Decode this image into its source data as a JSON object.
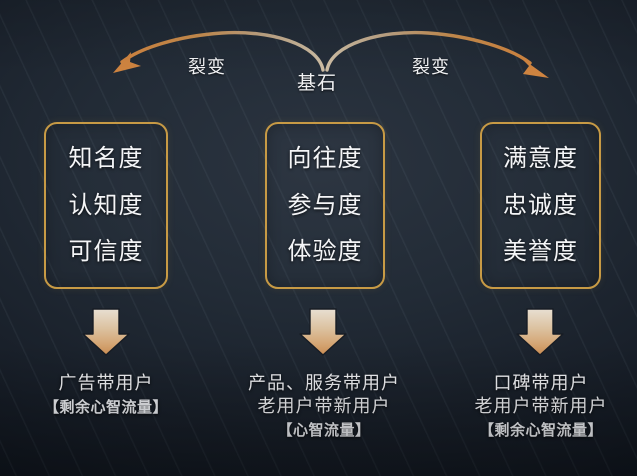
{
  "slide": {
    "background_color": "#1b222c",
    "accent_gold": "#c79a45",
    "accent_orange": "#cf8440",
    "text_color": "#f2f3f5"
  },
  "top_flow": {
    "center_label": "基石",
    "left_branch_label": "裂变",
    "right_branch_label": "裂变",
    "left_arrow_icon": "curved-arrow-left-icon",
    "right_arrow_icon": "curved-arrow-right-icon"
  },
  "pillars": [
    {
      "name": "awareness",
      "lines": [
        "知名度",
        "认知度",
        "可信度"
      ]
    },
    {
      "name": "aspiration",
      "lines": [
        "向往度",
        "参与度",
        "体验度"
      ]
    },
    {
      "name": "satisfaction",
      "lines": [
        "满意度",
        "忠诚度",
        "美誉度"
      ]
    }
  ],
  "down_arrows": [
    {
      "icon": "down-arrow-icon"
    },
    {
      "icon": "down-arrow-icon"
    },
    {
      "icon": "down-arrow-icon"
    }
  ],
  "outcomes": [
    {
      "name": "advertising",
      "line1": "广告带用户",
      "line2": "",
      "tagline": "【剩余心智流量】"
    },
    {
      "name": "product-service",
      "line1": "产品、服务带用户",
      "line2": "老用户带新用户",
      "tagline": "【心智流量】"
    },
    {
      "name": "word-of-mouth",
      "line1": "口碑带用户",
      "line2": "老用户带新用户",
      "tagline": "【剩余心智流量】"
    }
  ]
}
